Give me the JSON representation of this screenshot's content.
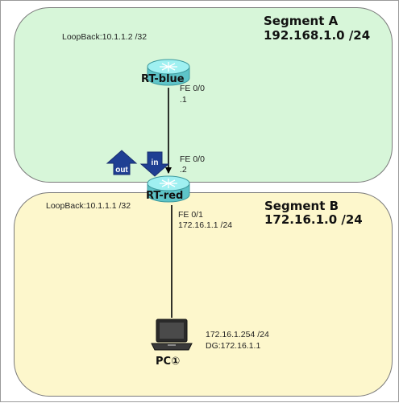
{
  "segments": [
    {
      "title": "Segment A",
      "network": "192.168.1.0 /24"
    },
    {
      "title": "Segment B",
      "network": "172.16.1.0 /24"
    }
  ],
  "routers": {
    "blue": {
      "name": "RT-blue",
      "loopback": "LoopBack:10.1.1.2 /32",
      "interface": "FE 0/0",
      "address": ".1"
    },
    "red": {
      "name": "RT-red",
      "loopback": "LoopBack:10.1.1.1 /32",
      "upper_interface": "FE 0/0",
      "upper_address": ".2",
      "lower_interface": "FE 0/1",
      "lower_address": "172.16.1.1 /24"
    }
  },
  "pc": {
    "name": "PC①",
    "ip": "172.16.1.254 /24",
    "gateway": "DG:172.16.1.1"
  },
  "arrows": {
    "out": "out",
    "in": "in"
  },
  "colors": {
    "segment_a_fill": "#d7f6d9",
    "segment_b_fill": "#fdf7cc",
    "router": "#6fd3d6",
    "arrow": "#1f3f93"
  }
}
